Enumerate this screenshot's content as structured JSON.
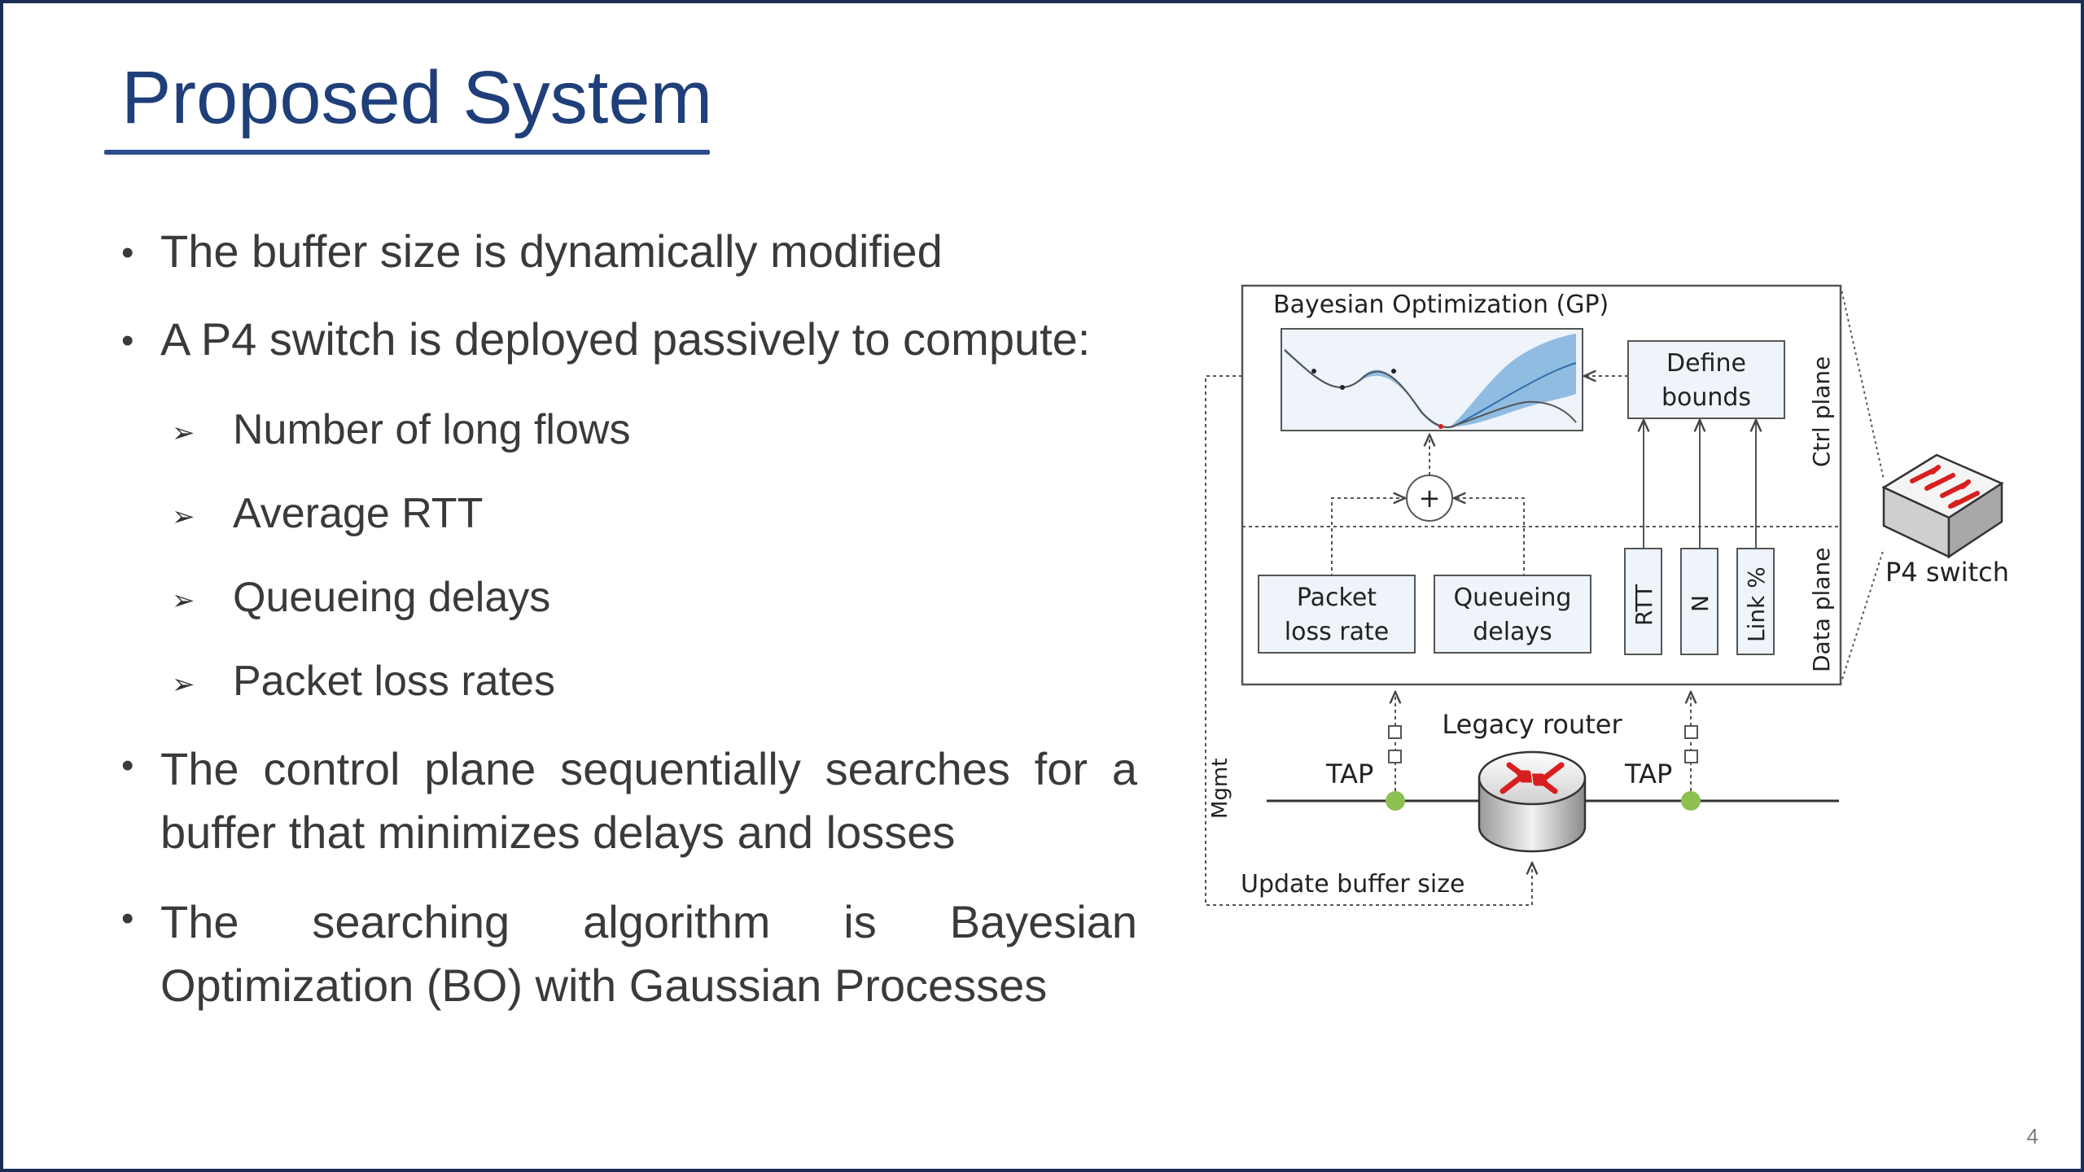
{
  "slide": {
    "title": "Proposed System",
    "page_number": "4"
  },
  "bullets": [
    "The buffer size is dynamically modified",
    "A P4 switch is deployed passively to compute:",
    "The control plane sequentially searches for a buffer that minimizes delays and losses",
    "The searching algorithm is Bayesian Optimization (BO) with Gaussian Processes"
  ],
  "sub_bullets": [
    "Number of long flows",
    "Average RTT",
    "Queueing delays",
    "Packet loss rates"
  ],
  "diagram": {
    "bo_label": "Bayesian Optimization (GP)",
    "define_bounds_1": "Define",
    "define_bounds_2": "bounds",
    "ctrl_plane": "Ctrl plane",
    "data_plane": "Data plane",
    "packet_loss_1": "Packet",
    "packet_loss_2": "loss rate",
    "queueing_1": "Queueing",
    "queueing_2": "delays",
    "rtt": "RTT",
    "n": "N",
    "link": "Link %",
    "p4_switch": "P4 switch",
    "legacy_router": "Legacy router",
    "tap_left": "TAP",
    "tap_right": "TAP",
    "mgmt": "Mgmt",
    "update_buffer": "Update buffer size",
    "plus": "+"
  },
  "colors": {
    "title": "#1f3f7a",
    "frame": "#1c2e57",
    "tap_green": "#8cc152",
    "router_red": "#d81e1e",
    "gp_blue": "#6fa8dc"
  }
}
